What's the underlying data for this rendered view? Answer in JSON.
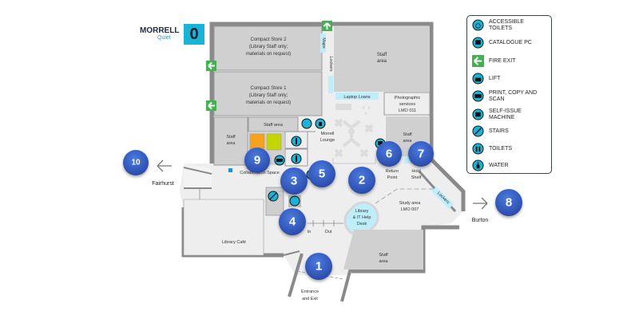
{
  "header": {
    "building": "MORRELL",
    "zone": "Quiet",
    "level": "0"
  },
  "legend": {
    "items": [
      {
        "icon": "accessible-toilets-icon",
        "label": "ACCESSIBLE TOILETS"
      },
      {
        "icon": "catalogue-pc-icon",
        "label": "CATALOGUE PC"
      },
      {
        "icon": "fire-exit-icon",
        "label": "FIRE EXIT"
      },
      {
        "icon": "lift-icon",
        "label": "LIFT"
      },
      {
        "icon": "print-copy-scan-icon",
        "label": "PRINT, COPY AND SCAN"
      },
      {
        "icon": "self-issue-machine-icon",
        "label": "SELF-ISSUE MACHINE"
      },
      {
        "icon": "stairs-icon",
        "label": "STAIRS"
      },
      {
        "icon": "toilets-icon",
        "label": "TOILETS"
      },
      {
        "icon": "water-icon",
        "label": "WATER"
      }
    ]
  },
  "rooms": {
    "compact_store_2": [
      "Compact Store 2",
      "(Library Staff only;",
      "materials on request)"
    ],
    "compact_store_1": [
      "Compact Store 1",
      "(Library Staff only;",
      "materials on request)"
    ],
    "staff_area_top": [
      "Staff",
      "area"
    ],
    "maps": "Maps",
    "lockers_top": "Lockers",
    "laptop_loans": "Laptop Loans",
    "photographic": [
      "Photographic",
      "services",
      "LMO 011"
    ],
    "staff_area_left": [
      "Staff",
      "area"
    ],
    "staff_area_strip": "Staff area",
    "morrell_lounge": [
      "Morrell",
      "Lounge"
    ],
    "staff_area_right": [
      "Staff",
      "area"
    ],
    "return_point": [
      "Return",
      "Point"
    ],
    "hold_shelf": [
      "Hold",
      "Shelf"
    ],
    "collaboration_space": "Collaboration Space",
    "help_desk": [
      "Library",
      "& IT Help",
      "Desk"
    ],
    "in": "In",
    "out": "Out",
    "study_area": [
      "Study area",
      "LMO 007"
    ],
    "lockers_right": "Lockers",
    "library_cafe": "Library Café",
    "staff_area_bottom": [
      "Staff",
      "area"
    ],
    "entrance": [
      "Entrance",
      "and Exit"
    ]
  },
  "directions": {
    "fairhurst": "Fairhurst",
    "burton": "Burton"
  },
  "markers": [
    {
      "id": "1"
    },
    {
      "id": "2"
    },
    {
      "id": "3"
    },
    {
      "id": "4"
    },
    {
      "id": "5"
    },
    {
      "id": "6"
    },
    {
      "id": "7"
    },
    {
      "id": "8"
    },
    {
      "id": "9"
    },
    {
      "id": "10"
    }
  ],
  "colors": {
    "accent": "#17b4d8",
    "marker": "#2f5fbf",
    "fire_exit": "#3fb34f",
    "wall": "#8a8a8a",
    "room": "#d0d0d0",
    "floor": "#eeeeee",
    "highlight": "#bdeefa",
    "orange": "#f6a21c",
    "lime": "#c4d600"
  }
}
